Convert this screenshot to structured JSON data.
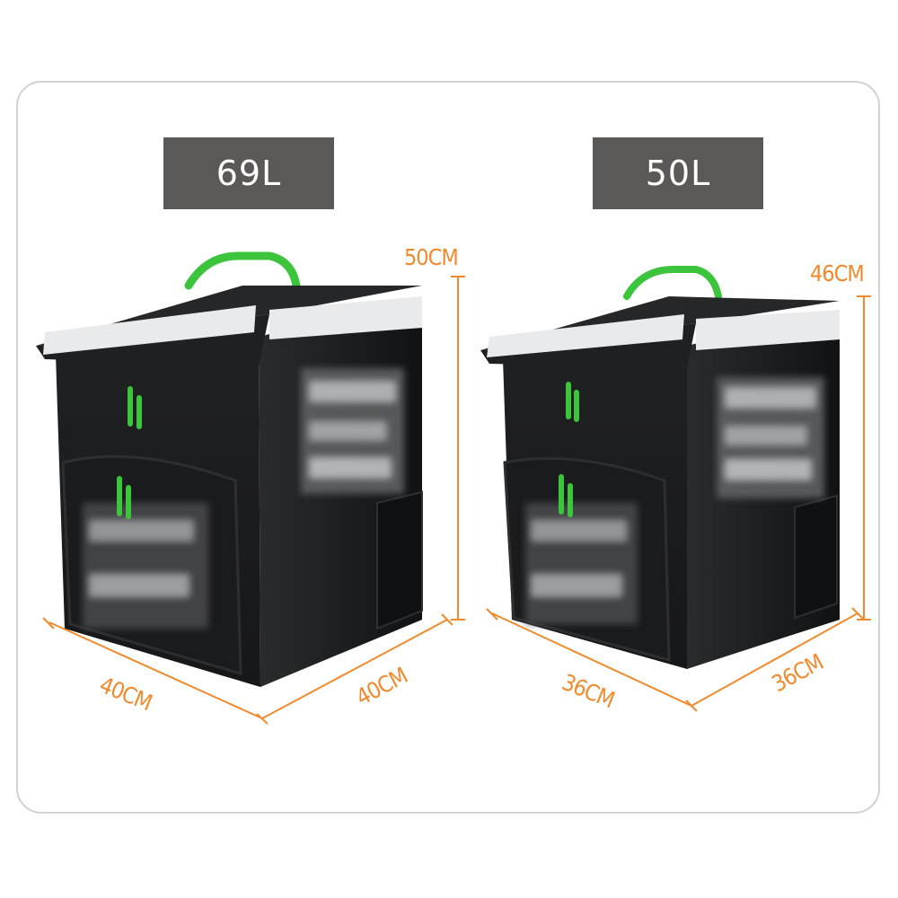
{
  "products": [
    {
      "capacity": "69L",
      "height": "50CM",
      "width": "40CM",
      "depth": "40CM"
    },
    {
      "capacity": "50L",
      "height": "46CM",
      "width": "36CM",
      "depth": "36CM"
    }
  ],
  "colors": {
    "bag_body": "#1c1d1f",
    "reflective_strip": "#e8eaec",
    "handle_accent": "#3cc43c",
    "dimension_lines": "#f08a2c",
    "label_background": "#5b5858"
  }
}
